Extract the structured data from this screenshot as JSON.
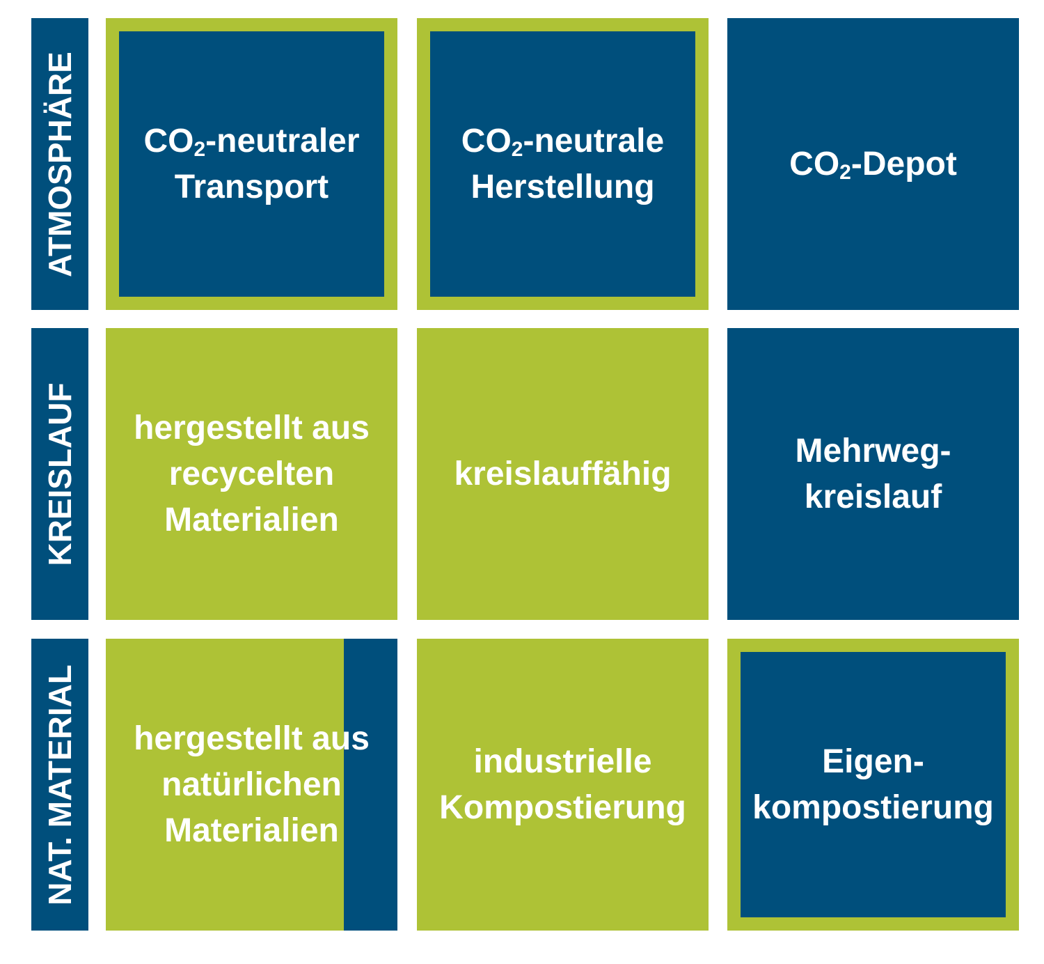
{
  "colors": {
    "blue": "#004f7c",
    "green": "#aec236",
    "text": "#ffffff"
  },
  "rows": [
    {
      "label": "ATMOSPHÄRE",
      "tiles": [
        {
          "style": "framed",
          "lines": [
            {
              "pre": "CO",
              "sub": "2",
              "post": "-neutraler"
            },
            {
              "pre": "Transport"
            }
          ]
        },
        {
          "style": "framed",
          "lines": [
            {
              "pre": "CO",
              "sub": "2",
              "post": "-neutrale"
            },
            {
              "pre": "Herstellung"
            }
          ]
        },
        {
          "style": "blue",
          "lines": [
            {
              "pre": "CO",
              "sub": "2",
              "post": "-Depot"
            }
          ]
        }
      ]
    },
    {
      "label": "KREISLAUF",
      "tiles": [
        {
          "style": "green",
          "lines": [
            {
              "pre": "hergestellt aus"
            },
            {
              "pre": "recycelten"
            },
            {
              "pre": "Materialien"
            }
          ]
        },
        {
          "style": "green",
          "lines": [
            {
              "pre": "kreislauffähig"
            }
          ]
        },
        {
          "style": "blue",
          "lines": [
            {
              "pre": "Mehrweg-"
            },
            {
              "pre": "kreislauf"
            }
          ]
        }
      ]
    },
    {
      "label": "NAT. MATERIAL",
      "tiles": [
        {
          "style": "split",
          "lines": [
            {
              "pre": "hergestellt aus"
            },
            {
              "pre": "natürlichen"
            },
            {
              "pre": "Materialien"
            }
          ]
        },
        {
          "style": "green",
          "lines": [
            {
              "pre": "industrielle"
            },
            {
              "pre": "Kompostierung"
            }
          ]
        },
        {
          "style": "framed",
          "lines": [
            {
              "pre": "Eigen-"
            },
            {
              "pre": "kompostierung"
            }
          ]
        }
      ]
    }
  ]
}
